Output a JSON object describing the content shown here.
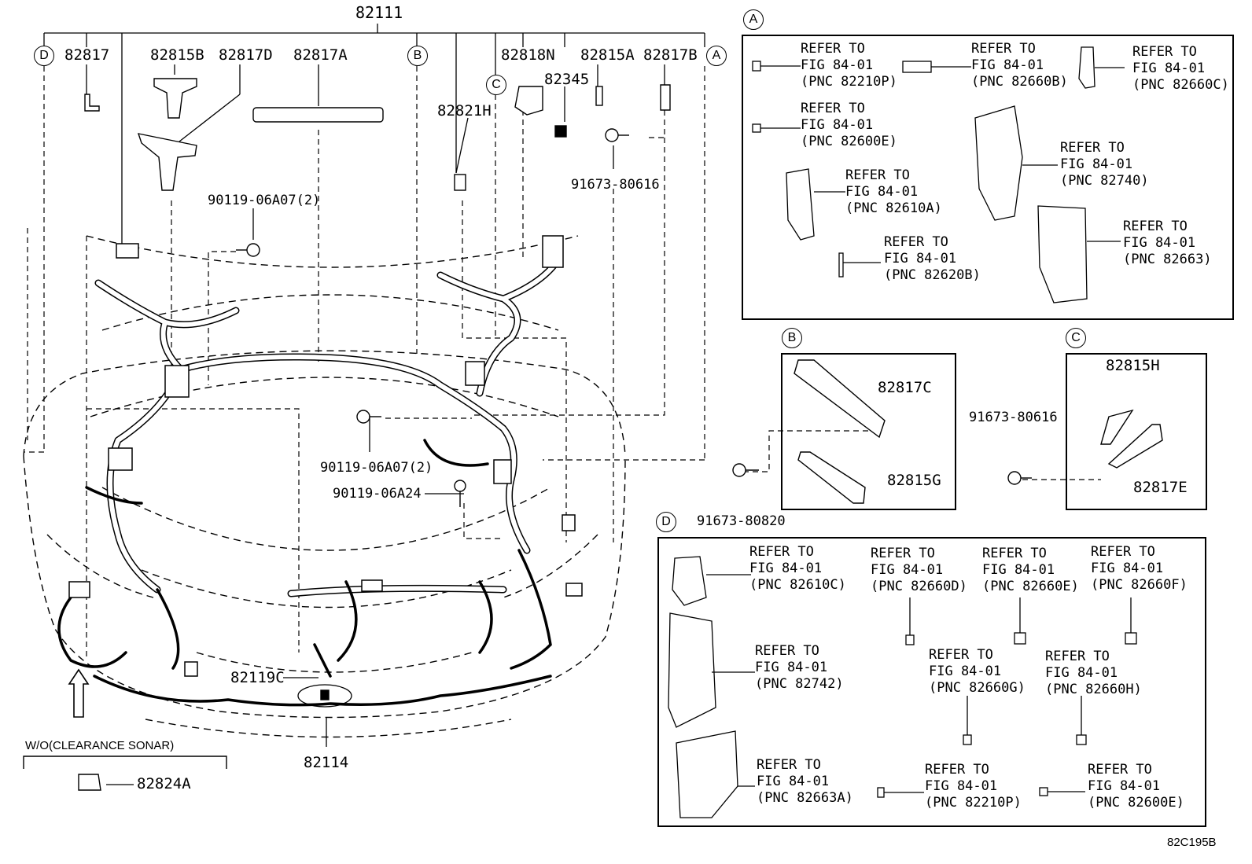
{
  "diagram": {
    "code": "82C195B",
    "main_labels": {
      "p82111": "82111",
      "p82817": "82817",
      "p82815B": "82815B",
      "p82817D": "82817D",
      "p82817A": "82817A",
      "p82818N": "82818N",
      "p82815A": "82815A",
      "p82817B": "82817B",
      "p82345": "82345",
      "p82821H": "82821H",
      "p91673_80616_top": "91673-80616",
      "p90119_06A07_top": "90119-06A07(2)",
      "p90119_06A07_mid": "90119-06A07(2)",
      "p90119_06A24": "90119-06A24",
      "p82119C": "82119C",
      "p82114": "82114",
      "p82824A": "82824A"
    },
    "callouts": {
      "a": "A",
      "b": "B",
      "c": "C",
      "d": "D"
    },
    "wo_note": "W/O(CLEARANCE SONAR)",
    "box_a": [
      "REFER TO\nFIG 84-01\n(PNC 82210P)",
      "REFER TO\nFIG 84-01\n(PNC 82660B)",
      "REFER TO\nFIG 84-01\n(PNC 82660C)",
      "REFER TO\nFIG 84-01\n(PNC 82600E)",
      "REFER TO\nFIG 84-01\n(PNC 82740)",
      "REFER TO\nFIG 84-01\n(PNC 82610A)",
      "REFER TO\nFIG 84-01\n(PNC 82663)",
      "REFER TO\nFIG 84-01\n(PNC 82620B)"
    ],
    "box_b": {
      "p82817C": "82817C",
      "p82815G": "82815G",
      "screw": "91673-80820"
    },
    "box_c": {
      "p82815H": "82815H",
      "p82817E": "82817E",
      "screw": "91673-80616"
    },
    "box_d": [
      "REFER TO\nFIG 84-01\n(PNC 82610C)",
      "REFER TO\nFIG 84-01\n(PNC 82660D)",
      "REFER TO\nFIG 84-01\n(PNC 82660E)",
      "REFER TO\nFIG 84-01\n(PNC 82660F)",
      "REFER TO\nFIG 84-01\n(PNC 82742)",
      "REFER TO\nFIG 84-01\n(PNC 82660G)",
      "REFER TO\nFIG 84-01\n(PNC 82660H)",
      "REFER TO\nFIG 84-01\n(PNC 82663A)",
      "REFER TO\nFIG 84-01\n(PNC 82210P)",
      "REFER TO\nFIG 84-01\n(PNC 82600E)"
    ]
  }
}
